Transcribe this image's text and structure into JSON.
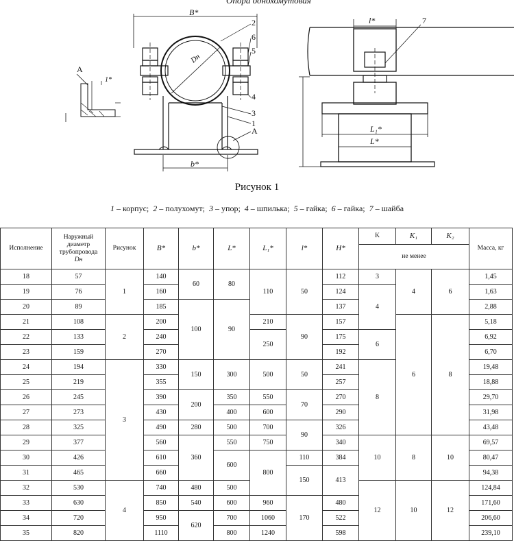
{
  "title": "Опора однохомутовая",
  "drawing": {
    "labels": {
      "B": "B*",
      "Dn": "Dн",
      "b": "b*",
      "A_detail": "A",
      "A_callout": "A",
      "gap": "1*",
      "leader_nums": [
        "2",
        "6",
        "5",
        "4",
        "3",
        "1",
        "7"
      ],
      "l": "l*",
      "L1": "L₁*",
      "L": "L*"
    }
  },
  "figure_caption": "Рисунок 1",
  "legend": [
    {
      "n": "1",
      "t": "корпус;"
    },
    {
      "n": "2",
      "t": "полухомут;"
    },
    {
      "n": "3",
      "t": "упор;"
    },
    {
      "n": "4",
      "t": "шпилька;"
    },
    {
      "n": "5",
      "t": "гайка;"
    },
    {
      "n": "6",
      "t": "гайка;"
    },
    {
      "n": "7",
      "t": "шайба"
    }
  ],
  "table": {
    "headers": {
      "isp": "Исполнение",
      "dn_l1": "Наружный",
      "dn_l2": "диаметр",
      "dn_l3": "трубопровода",
      "dn_l4": "Dн",
      "fig": "Рисунок",
      "B": "B*",
      "b": "b*",
      "L": "L*",
      "L1": "L₁*",
      "l": "l*",
      "H": "H*",
      "K": "K",
      "K1": "K₁",
      "K2": "K₂",
      "min": "не менее",
      "mass": "Масса, кг"
    },
    "rows": [
      [
        "18",
        "57",
        "1",
        "140",
        "60",
        "80",
        "110",
        "50",
        "112",
        "3",
        "4",
        "6",
        "1,45"
      ],
      [
        "19",
        "76",
        "",
        "160",
        "",
        "",
        "",
        "",
        "124",
        "",
        "",
        "",
        "1,63"
      ],
      [
        "20",
        "89",
        "",
        "185",
        "100",
        "90",
        "",
        "",
        "137",
        "4",
        "",
        "",
        "2,88"
      ],
      [
        "21",
        "108",
        "2",
        "200",
        "",
        "",
        "210",
        "90",
        "157",
        "",
        "6",
        "8",
        "5,18"
      ],
      [
        "22",
        "133",
        "",
        "240",
        "",
        "",
        "250",
        "",
        "175",
        "6",
        "",
        "",
        "6,92"
      ],
      [
        "23",
        "159",
        "",
        "270",
        "",
        "",
        "",
        "",
        "192",
        "",
        "",
        "",
        "6,70"
      ],
      [
        "24",
        "194",
        "3",
        "330",
        "150",
        "300",
        "500",
        "50",
        "241",
        "8",
        "",
        "",
        "19,48"
      ],
      [
        "25",
        "219",
        "",
        "355",
        "",
        "",
        "",
        "",
        "257",
        "",
        "",
        "",
        "18,88"
      ],
      [
        "26",
        "245",
        "",
        "390",
        "200",
        "350",
        "550",
        "70",
        "270",
        "",
        "",
        "",
        "29,70"
      ],
      [
        "27",
        "273",
        "",
        "430",
        "",
        "400",
        "600",
        "",
        "290",
        "",
        "",
        "",
        "31,98"
      ],
      [
        "28",
        "325",
        "",
        "490",
        "280",
        "500",
        "700",
        "90",
        "326",
        "",
        "",
        "",
        "43,48"
      ],
      [
        "29",
        "377",
        "",
        "560",
        "360",
        "550",
        "750",
        "",
        "340",
        "10",
        "8",
        "10",
        "69,57"
      ],
      [
        "30",
        "426",
        "",
        "610",
        "",
        "600",
        "800",
        "110",
        "384",
        "",
        "",
        "",
        "80,47"
      ],
      [
        "31",
        "465",
        "",
        "660",
        "",
        "",
        "",
        "150",
        "413",
        "",
        "",
        "",
        "94,38"
      ],
      [
        "32",
        "530",
        "4",
        "740",
        "480",
        "500",
        "",
        "",
        "",
        "12",
        "10",
        "12",
        "124,84"
      ],
      [
        "33",
        "630",
        "",
        "850",
        "540",
        "600",
        "960",
        "170",
        "480",
        "",
        "",
        "",
        "171,60"
      ],
      [
        "34",
        "720",
        "",
        "950",
        "620",
        "700",
        "1060",
        "",
        "522",
        "",
        "",
        "",
        "206,60"
      ],
      [
        "35",
        "820",
        "",
        "1110",
        "",
        "800",
        "1240",
        "",
        "598",
        "",
        "",
        "",
        "239,10"
      ]
    ]
  }
}
